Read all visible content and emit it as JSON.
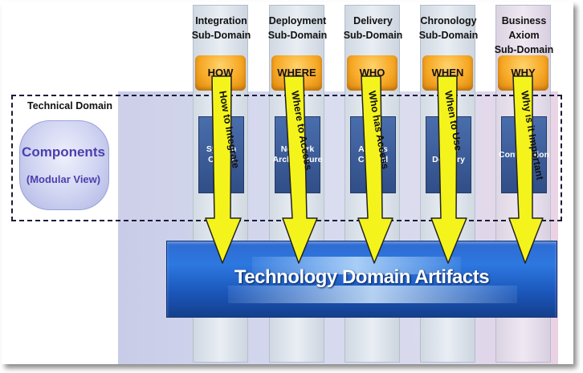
{
  "technical_domain": {
    "label": "Technical Domain",
    "components_title": "Components",
    "components_subtitle": "(Modular View)"
  },
  "columns": [
    {
      "title_line1": "Integration",
      "title_line2": "Sub-Domain",
      "question": "HOW",
      "arrow_text": "How to Integrate",
      "box_text": "System Object"
    },
    {
      "title_line1": "Deployment",
      "title_line2": "Sub-Domain",
      "question": "WHERE",
      "arrow_text": "Where to Access",
      "box_text": "Network Architecture"
    },
    {
      "title_line1": "Delivery",
      "title_line2": "Sub-Domain",
      "question": "WHO",
      "arrow_text": "Who has Access",
      "box_text": "Access Control"
    },
    {
      "title_line1": "Chronology",
      "title_line2": "Sub-Domain",
      "question": "WHEN",
      "arrow_text": "When to Use",
      "box_text": "Time Delivery"
    },
    {
      "title_line1": "Business Axiom",
      "title_line2": "Sub-Domain",
      "question": "WHY",
      "arrow_text": "Why is it Important",
      "box_text": "Contribution"
    }
  ],
  "artifacts": {
    "label": "Technology Domain Artifacts"
  },
  "colors": {
    "arrow_fill": "#f4f41c",
    "badge_orange": "#f7a927",
    "artifact_blue": "#2d78e0",
    "component_text": "#4b3fae"
  }
}
